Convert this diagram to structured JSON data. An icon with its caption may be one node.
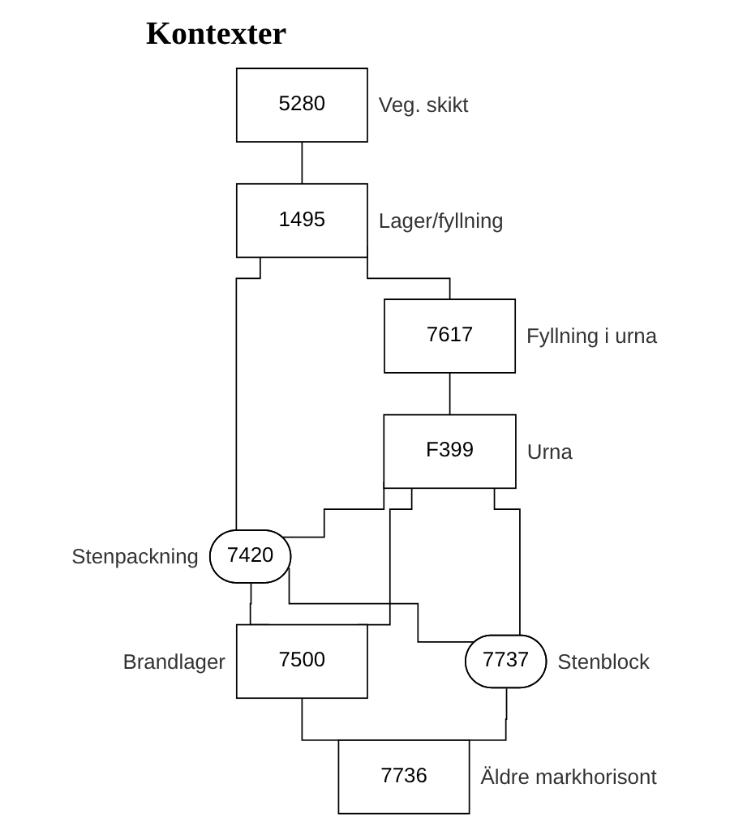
{
  "diagram": {
    "title": "Kontexter",
    "nodes": [
      {
        "text": [
          "5280"
        ],
        "beside": [
          "Veg. skikt"
        ]
      },
      {
        "text": [
          "1495"
        ],
        "beside": [
          "Lager/fyllning"
        ]
      },
      {
        "text": [
          "7617"
        ],
        "beside": [
          "Fyllning i urna"
        ]
      },
      {
        "text": [
          "F399"
        ],
        "beside": [
          "Urna"
        ]
      },
      {
        "text": [
          "7420"
        ],
        "beside": [
          "Stenpackning"
        ]
      },
      {
        "text": [
          "7500"
        ],
        "beside": [
          "Brandlager"
        ]
      },
      {
        "text": [
          "7737"
        ],
        "beside": [
          "Stenblock"
        ]
      },
      {
        "text": [
          "7736"
        ],
        "beside": [
          "Äldre markhorisont"
        ]
      }
    ],
    "edges": [
      {
        "from": 0,
        "to": 1,
        "arrow": "none"
      },
      {
        "from": 1,
        "to": 2,
        "arrow": "none"
      },
      {
        "from": 1,
        "to": 4,
        "arrow": "none"
      },
      {
        "from": 2,
        "to": 3,
        "arrow": "none"
      },
      {
        "from": 3,
        "to": 4,
        "arrow": "none"
      },
      {
        "from": 4,
        "to": 5,
        "arrow": "none"
      },
      {
        "from": 4,
        "to": 6,
        "arrow": "none"
      },
      {
        "from": 3,
        "to": 5,
        "arrow": "none"
      },
      {
        "from": 3,
        "to": 6,
        "arrow": "none"
      },
      {
        "from": 5,
        "to": 7,
        "arrow": "none"
      },
      {
        "from": 6,
        "to": 7,
        "arrow": "none"
      }
    ]
  }
}
